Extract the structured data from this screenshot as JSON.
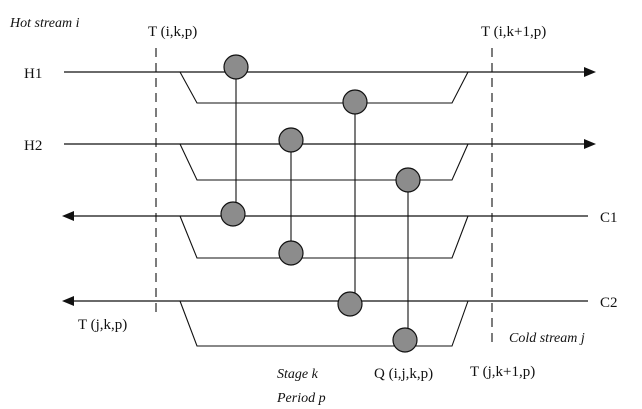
{
  "labels": {
    "hot_stream": "Hot stream i",
    "cold_stream": "Cold stream j",
    "t_ikp": "T (i,k,p)",
    "t_ik1p": "T (i,k+1,p)",
    "t_jkp": "T (j,k,p)",
    "t_jk1p": "T (j,k+1,p)",
    "q": "Q (i,j,k,p)",
    "stage": "Stage k",
    "period": "Period p"
  },
  "streams": [
    {
      "id": "H1",
      "label": "H1",
      "kind": "hot",
      "direction": "right"
    },
    {
      "id": "H2",
      "label": "H2",
      "kind": "hot",
      "direction": "right"
    },
    {
      "id": "C1",
      "label": "C1",
      "kind": "cold",
      "direction": "left"
    },
    {
      "id": "C2",
      "label": "C2",
      "kind": "cold",
      "direction": "left"
    }
  ],
  "matches": [
    {
      "hot": "H1",
      "cold": "C1"
    },
    {
      "hot": "H1",
      "cold": "C2"
    },
    {
      "hot": "H2",
      "cold": "C1"
    },
    {
      "hot": "H2",
      "cold": "C2"
    }
  ]
}
